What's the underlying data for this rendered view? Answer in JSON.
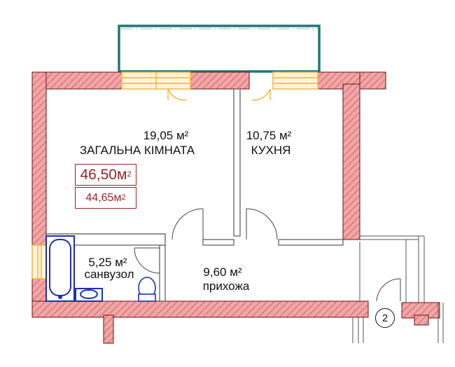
{
  "rooms": {
    "living": {
      "area": "19,05 м²",
      "name": "ЗАГАЛЬНА КІМНАТА"
    },
    "kitchen": {
      "area": "10,75 м²",
      "name": "КУХНЯ"
    },
    "bathroom": {
      "area": "5,25 м²",
      "name": "санвузол"
    },
    "hallway": {
      "area": "9,60 м²",
      "name": "прихожа"
    }
  },
  "totals": {
    "total_value": "46,50м",
    "living_value": "44,65м",
    "unit_sup": "2"
  },
  "unit_number": "2",
  "colors": {
    "wall_fill": "#f1a6a6",
    "wall_hatch": "#c9454d",
    "balcony": "#1d7a72",
    "window": "#f3b234",
    "fixtures": "#1e2fb8",
    "area_box": "#9b2226"
  }
}
